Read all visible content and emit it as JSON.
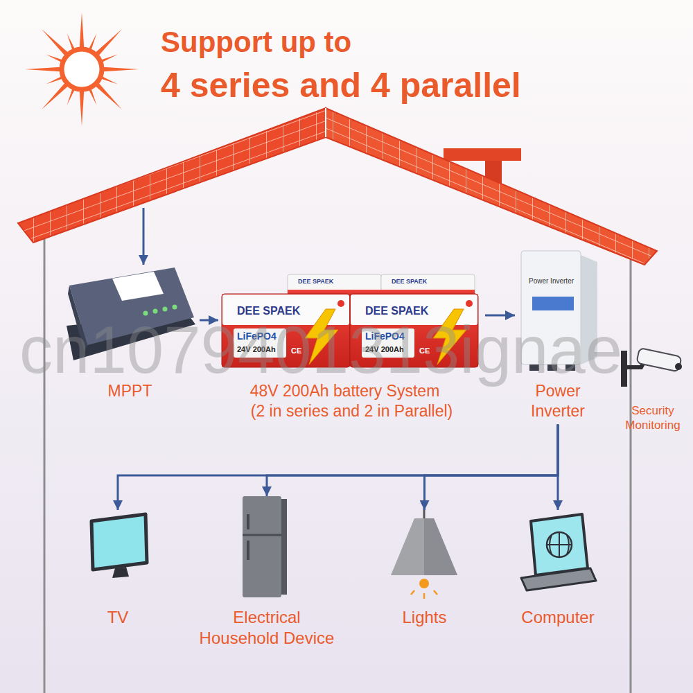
{
  "diagram": {
    "title": "Support up to 4 series and 4 parallel",
    "nodes": [
      {
        "text": [
          "MPPT"
        ]
      },
      {
        "text": [
          "48V 200Ah battery System (2 in series and 2 in Parallel)"
        ]
      },
      {
        "text": [
          "Power Inverter"
        ]
      },
      {
        "text": [
          "Security Monitoring"
        ]
      },
      {
        "text": [
          "TV"
        ]
      },
      {
        "text": [
          "Electrical Household Device"
        ]
      },
      {
        "text": [
          "Lights"
        ]
      },
      {
        "text": [
          "Computer"
        ]
      }
    ],
    "edges": [
      {
        "from": 0,
        "to": 1,
        "arrow": "to"
      },
      {
        "from": 1,
        "to": 2,
        "arrow": "to"
      },
      {
        "from": 2,
        "to": 4,
        "arrow": "to"
      },
      {
        "from": 2,
        "to": 5,
        "arrow": "to"
      },
      {
        "from": 2,
        "to": 6,
        "arrow": "to"
      },
      {
        "from": 2,
        "to": 7,
        "arrow": "to"
      }
    ],
    "labels": [
      "DEE SPAEK",
      "DEE SPAEK",
      "DEE SPAEK",
      "LiFePO4",
      "24V 200Ah",
      "CE",
      "DEE SPAEK",
      "LiFePO4",
      "24V 200Ah",
      "CE",
      "Power Inverter",
      "cn1079401313ignae"
    ]
  }
}
